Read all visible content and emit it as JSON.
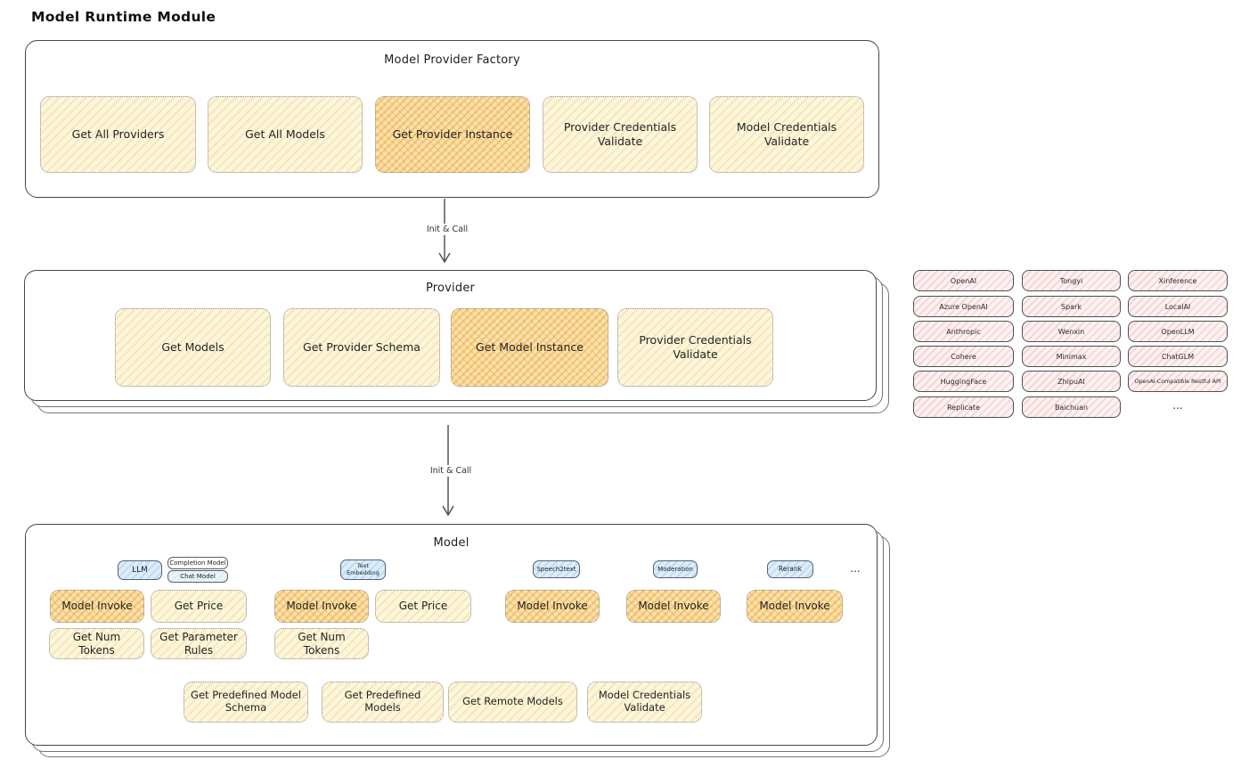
{
  "page": {
    "title": "Model Runtime Module"
  },
  "colors": {
    "yellow_fill": "#fdf6dd",
    "orange_highlight_fill": "#fbe3ac",
    "pink_fill": "#fdf1f1",
    "blue_tab_fill": "#dcedfb",
    "panel_stroke": "#43484d"
  },
  "factory": {
    "title": "Model Provider Factory",
    "buttons": [
      {
        "label": "Get All Providers",
        "highlighted": false
      },
      {
        "label": "Get All Models",
        "highlighted": false
      },
      {
        "label": "Get Provider Instance",
        "highlighted": true
      },
      {
        "label": "Provider Credentials Validate",
        "highlighted": false
      },
      {
        "label": "Model Credentials Validate",
        "highlighted": false
      }
    ]
  },
  "arrows": {
    "factory_to_provider": "Init & Call",
    "provider_to_model": "Init & Call"
  },
  "provider": {
    "title": "Provider",
    "buttons": [
      {
        "label": "Get Models",
        "highlighted": false
      },
      {
        "label": "Get Provider Schema",
        "highlighted": false
      },
      {
        "label": "Get Model Instance",
        "highlighted": true
      },
      {
        "label": "Provider Credentials Validate",
        "highlighted": false
      }
    ]
  },
  "providers_panel": {
    "col1": [
      "OpenAI",
      "Azure OpenAI",
      "Anthropic",
      "Cohere",
      "HuggingFace",
      "Replicate"
    ],
    "col2": [
      "Tongyi",
      "Spark",
      "Wenxin",
      "Minimax",
      "ZhipuAI",
      "Baichuan"
    ],
    "col3": [
      "Xinference",
      "LocalAI",
      "OpenLLM",
      "ChatGLM",
      "OpenAI-Compatible Restful API"
    ],
    "more": "..."
  },
  "model": {
    "title": "Model",
    "groups": [
      {
        "tab": "LLM",
        "subtabs": [
          "Completion Model",
          "Chat Model"
        ],
        "buttons": [
          "Model Invoke",
          "Get Price",
          "Get Num Tokens",
          "Get Parameter Rules"
        ]
      },
      {
        "tab": "Text Embedding",
        "buttons": [
          "Model Invoke",
          "Get Price",
          "Get Num Tokens"
        ]
      },
      {
        "tab": "Speech2text",
        "buttons": [
          "Model Invoke"
        ]
      },
      {
        "tab": "Moderation",
        "buttons": [
          "Model Invoke"
        ]
      },
      {
        "tab": "Rerank",
        "buttons": [
          "Model Invoke"
        ]
      }
    ],
    "more": "...",
    "bottom_buttons": [
      "Get Predefined Model Schema",
      "Get Predefined Models",
      "Get Remote Models",
      "Model Credentials Validate"
    ]
  }
}
